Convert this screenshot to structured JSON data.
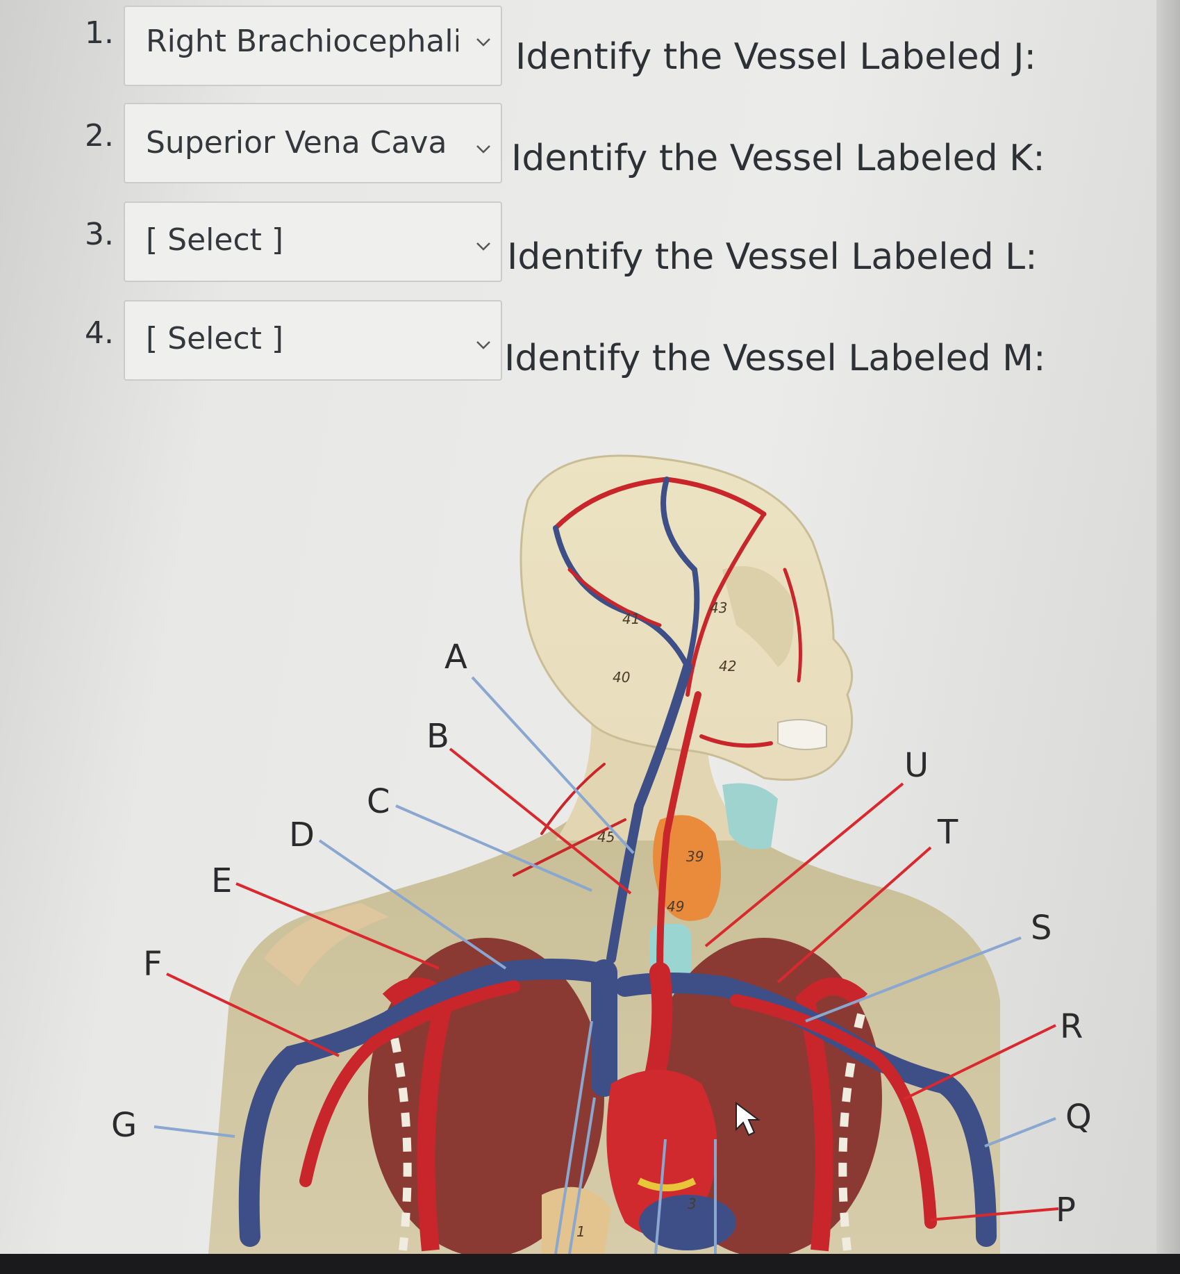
{
  "questions": [
    {
      "number": "1.",
      "selected": "Right Brachiocephalic Vein",
      "prompt": "Identify the Vessel Labeled J:"
    },
    {
      "number": "2.",
      "selected": "Superior Vena Cava",
      "prompt": "Identify the Vessel Labeled K:"
    },
    {
      "number": "3.",
      "selected": "[ Select ]",
      "prompt": "Identify the Vessel Labeled L:"
    },
    {
      "number": "4.",
      "selected": "[ Select ]",
      "prompt": "Identify the Vessel Labeled M:"
    }
  ],
  "figure": {
    "labels": [
      "A",
      "B",
      "C",
      "D",
      "E",
      "F",
      "G",
      "U",
      "T",
      "S",
      "R",
      "Q",
      "P"
    ],
    "model_numbers": [
      "41",
      "43",
      "42",
      "40",
      "45",
      "39",
      "49",
      "3",
      "1"
    ],
    "colors": {
      "artery": "#c8262a",
      "vein": "#3d4f86",
      "blue_pointer": "#8aa7cf",
      "red_pointer": "#d9282e"
    }
  }
}
